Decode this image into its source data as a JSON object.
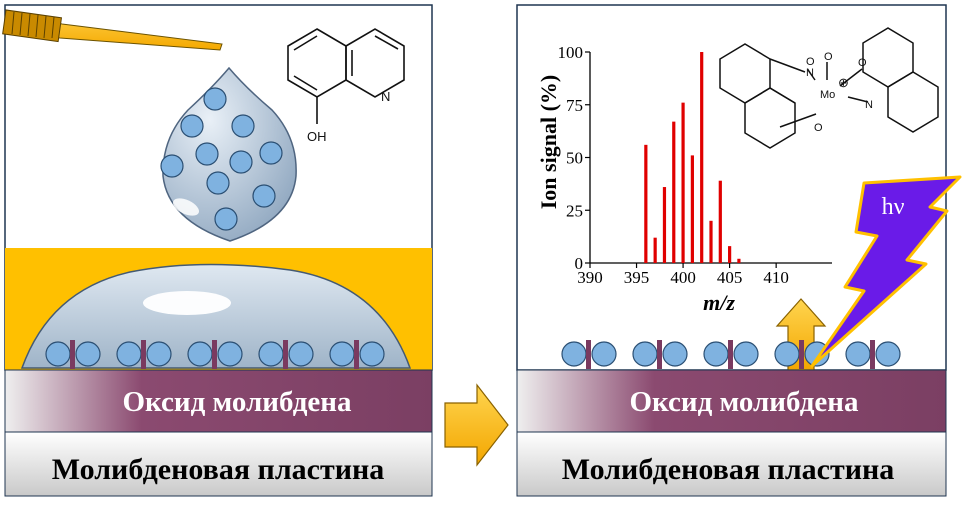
{
  "left_panel": {
    "oxide_label": "Оксид молибдена",
    "plate_label": "Молибденовая пластина",
    "molecule": {
      "atom_n": "N",
      "atom_oh": "OH"
    }
  },
  "right_panel": {
    "oxide_label": "Оксид молибдена",
    "plate_label": "Молибденовая пластина",
    "light_label": "hν",
    "complex": {
      "atom_n1": "N",
      "atom_n2": "N",
      "atom_o1": "O",
      "atom_o2": "O",
      "atom_o3": "O",
      "atom_o4": "O",
      "metal": "Mo",
      "charge": "⊕"
    }
  },
  "colors": {
    "gold": "#FFC000",
    "oxide": "#8B4A70",
    "particle": "#7FB2E0",
    "lightning": "#6A1BE8",
    "peak": "#E00000"
  },
  "chart_data": {
    "type": "bar",
    "xlabel": "m/z",
    "ylabel": "Ion signal (%)",
    "xlim": [
      390,
      416
    ],
    "ylim": [
      0,
      100
    ],
    "xticks": [
      "390",
      "395",
      "400",
      "405",
      "410"
    ],
    "yticks": [
      "0",
      "25",
      "50",
      "75",
      "100"
    ],
    "x": [
      396,
      397,
      398,
      399,
      400,
      401,
      402,
      403,
      404,
      405,
      406
    ],
    "values": [
      56,
      12,
      36,
      67,
      76,
      51,
      100,
      20,
      39,
      8,
      2
    ]
  }
}
